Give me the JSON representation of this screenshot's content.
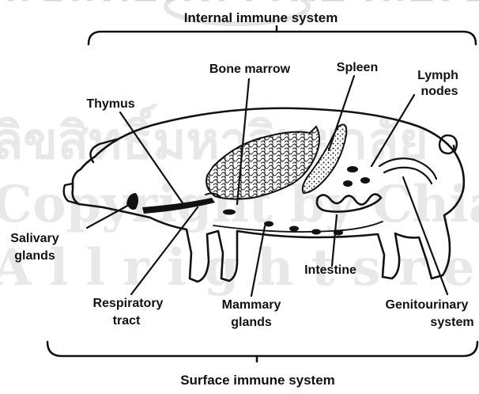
{
  "figure": {
    "top_bracket_label": "Internal immune system",
    "bottom_bracket_label": "Surface immune system",
    "watermark": "ลิขสิทธิ์มหาวิทยาลัยเชียงใหม่ Copyright by Chiang Mai University All rights reserved"
  },
  "labels": {
    "bone_marrow": "Bone marrow",
    "spleen": "Spleen",
    "lymph_nodes_1": "Lymph",
    "lymph_nodes_2": "nodes",
    "thymus": "Thymus",
    "salivary_1": "Salivary",
    "salivary_2": "glands",
    "intestine": "Intestine",
    "respiratory_1": "Respiratory",
    "respiratory_2": "tract",
    "mammary_1": "Mammary",
    "mammary_2": "glands",
    "genitourinary_1": "Genitourinary",
    "genitourinary_2": "system"
  }
}
